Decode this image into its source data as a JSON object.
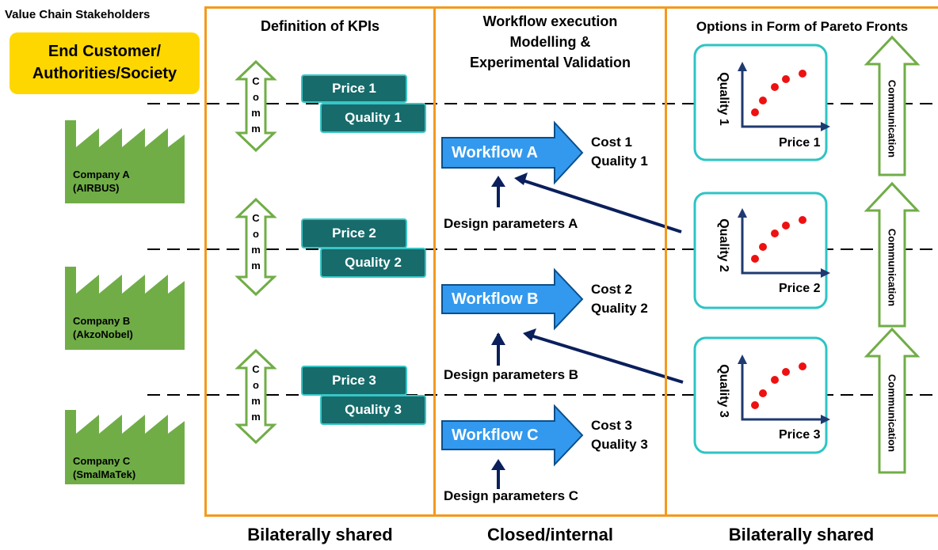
{
  "stakeholders": {
    "title": "Value Chain Stakeholders",
    "end_customer": [
      "End Customer/",
      "Authorities/Society"
    ],
    "companies": [
      {
        "name": "Company A",
        "org": "(AIRBUS)"
      },
      {
        "name": "Company B",
        "org": "(AkzoNobel)"
      },
      {
        "name": "Company C",
        "org": "(SmalMaTek)"
      }
    ]
  },
  "kpi_panel": {
    "title": "Definition of KPIs",
    "comm_letters": [
      "C",
      "o",
      "m",
      "m"
    ],
    "rows": [
      {
        "price": "Price 1",
        "quality": "Quality 1"
      },
      {
        "price": "Price 2",
        "quality": "Quality 2"
      },
      {
        "price": "Price 3",
        "quality": "Quality 3"
      }
    ],
    "footer": "Bilaterally shared"
  },
  "workflow_panel": {
    "title": [
      "Workflow execution",
      "Modelling &",
      "Experimental Validation"
    ],
    "workflows": [
      {
        "label": "Workflow A",
        "cost": "Cost 1",
        "quality": "Quality 1",
        "params": "Design parameters A"
      },
      {
        "label": "Workflow B",
        "cost": "Cost 2",
        "quality": "Quality 2",
        "params": "Design parameters B"
      },
      {
        "label": "Workflow C",
        "cost": "Cost 3",
        "quality": "Quality 3",
        "params": "Design parameters C"
      }
    ],
    "footer": "Closed/internal"
  },
  "pareto_panel": {
    "title": "Options in Form of Pareto Fronts",
    "fronts": [
      {
        "y_label": "Quality 1",
        "x_label": "Price 1"
      },
      {
        "y_label": "Quality 2",
        "x_label": "Price 2"
      },
      {
        "y_label": "Quality 3",
        "x_label": "Price 3"
      }
    ],
    "communication_label": "Communication",
    "footer": "Bilaterally shared"
  },
  "colors": {
    "panel_border": "#f39a1e",
    "factory_green": "#70ad47",
    "kpi_fill": "#176b6b",
    "kpi_border": "#39c6c6",
    "workflow_arrow": "#3399ee",
    "pareto_point": "#ee1111",
    "dark_arrow": "#0a1f5c",
    "highlight": "#ffd700"
  }
}
